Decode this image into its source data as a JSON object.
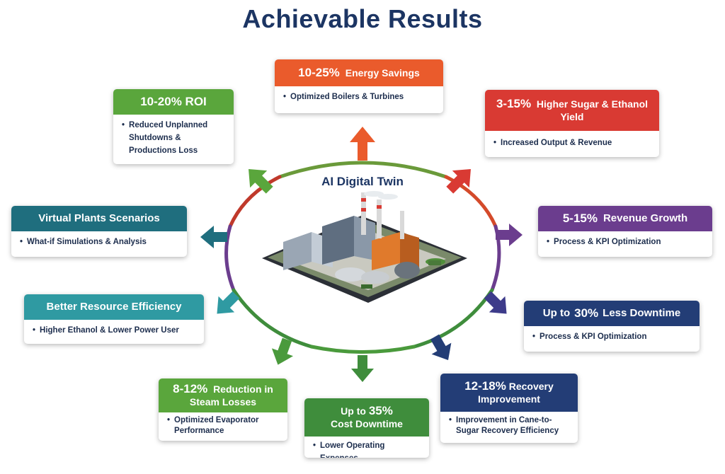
{
  "title": "Achievable Results",
  "hub": {
    "label": "AI Digital Twin"
  },
  "colors": {
    "navy": "#1c3563",
    "green": "#5aa63c",
    "orange": "#ea5b2c",
    "red": "#d93a33",
    "purple": "#6b3d8e",
    "teal_dark": "#1f6e7e",
    "teal": "#2f9aa2",
    "blue_navy": "#233d76",
    "green_dark": "#3f8d3c"
  },
  "cards": {
    "energy": {
      "value": "10-25%",
      "label": "Energy Savings",
      "items": [
        "Optimized Boilers & Turbines"
      ]
    },
    "roi": {
      "value": "",
      "label": "10-20% ROI",
      "items": [
        "Reduced Unplanned Shutdowns & Productions Loss"
      ]
    },
    "yield": {
      "value": "3-15%",
      "label": "Higher Sugar & Ethanol Yield",
      "items": [
        "Increased Output & Revenue"
      ]
    },
    "scenarios": {
      "value": "",
      "label": "Virtual Plants Scenarios",
      "items": [
        "What-if Simulations & Analysis"
      ]
    },
    "revenue": {
      "value": "5-15%",
      "label": "Revenue Growth",
      "items": [
        "Process & KPI Optimization"
      ]
    },
    "resource": {
      "value": "",
      "label": "Better Resource Efficiency",
      "items": [
        "Higher Ethanol & Lower Power User"
      ]
    },
    "downtime": {
      "prefix": "Up to",
      "value": "30%",
      "label": "Less Downtime",
      "items": [
        "Process & KPI Optimization"
      ]
    },
    "steam": {
      "value": "8-12%",
      "label": "Reduction in Steam Losses",
      "items": [
        "Optimized Evaporator Performance"
      ]
    },
    "cost": {
      "prefix": "Up to",
      "value": "35%",
      "label": "Cost Downtime",
      "items": [
        "Lower Operating Expenses"
      ]
    },
    "recovery": {
      "value": "12-18%",
      "label": "Recovery Improvement",
      "items": [
        "Improvement in Cane-to-Sugar Recovery Efficiency"
      ]
    }
  }
}
